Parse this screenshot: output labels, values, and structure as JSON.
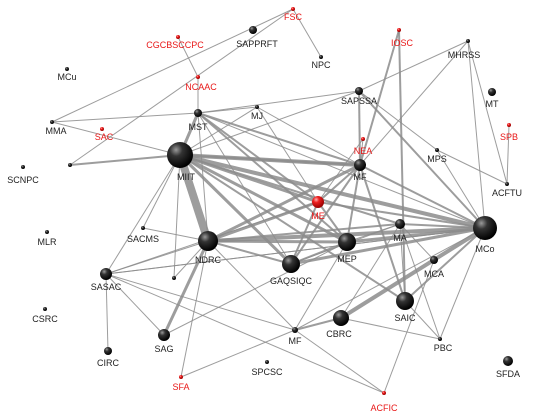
{
  "colors": {
    "node_dark": "#111111",
    "node_red": "#ee1111",
    "label_dark": "#222222",
    "label_red": "#e81818",
    "edge": "#8c8c8c"
  },
  "nodes": [
    {
      "id": "FSC",
      "label": "FSC",
      "color": "red",
      "size": 2
    },
    {
      "id": "CGCBSCCPC",
      "label": "CGCBSCCPC",
      "color": "red",
      "size": 2
    },
    {
      "id": "SAPPRFT",
      "label": "SAPPRFT",
      "color": "dark",
      "size": 4
    },
    {
      "id": "NPC",
      "label": "NPC",
      "color": "dark",
      "size": 2
    },
    {
      "id": "IOSC",
      "label": "IOSC",
      "color": "red",
      "size": 2
    },
    {
      "id": "MHRSS",
      "label": "MHRSS",
      "color": "dark",
      "size": 2
    },
    {
      "id": "MCu",
      "label": "MCu",
      "color": "dark",
      "size": 2
    },
    {
      "id": "NCAAC",
      "label": "NCAAC",
      "color": "red",
      "size": 2
    },
    {
      "id": "MT",
      "label": "MT",
      "color": "dark",
      "size": 4
    },
    {
      "id": "SAPSSA",
      "label": "SAPSSA",
      "color": "dark",
      "size": 4
    },
    {
      "id": "MMA",
      "label": "MMA",
      "color": "dark",
      "size": 2
    },
    {
      "id": "MJ",
      "label": "MJ",
      "color": "dark",
      "size": 2
    },
    {
      "id": "MST",
      "label": "MST",
      "color": "dark",
      "size": 4
    },
    {
      "id": "SAC",
      "label": "SAC",
      "color": "red",
      "size": 2
    },
    {
      "id": "SPB",
      "label": "SPB",
      "color": "red",
      "size": 2
    },
    {
      "id": "NEA",
      "label": "NEA",
      "color": "red",
      "size": 2
    },
    {
      "id": "MPS",
      "label": "MPS",
      "color": "dark",
      "size": 2
    },
    {
      "id": "SCNPC",
      "label": "SCNPC",
      "color": "dark",
      "size": 2
    },
    {
      "id": "MIIT",
      "label": "MIIT",
      "color": "dark",
      "size": 13
    },
    {
      "id": "MF",
      "label": "MF",
      "color": "dark",
      "size": 6
    },
    {
      "id": "ACFTU",
      "label": "ACFTU",
      "color": "dark",
      "size": 2
    },
    {
      "id": "ME",
      "label": "ME",
      "color": "red",
      "size": 6
    },
    {
      "id": "MLR",
      "label": "MLR",
      "color": "dark",
      "size": 2
    },
    {
      "id": "SACMS",
      "label": "SACMS",
      "color": "dark",
      "size": 2
    },
    {
      "id": "MA",
      "label": "MA",
      "color": "dark",
      "size": 5
    },
    {
      "id": "NDRC",
      "label": "NDRC",
      "color": "dark",
      "size": 10
    },
    {
      "id": "MEP",
      "label": "MEP",
      "color": "dark",
      "size": 9
    },
    {
      "id": "MCo",
      "label": "MCo",
      "color": "dark",
      "size": 12
    },
    {
      "id": "GAQSIQC",
      "label": "GAQSIQC",
      "color": "dark",
      "size": 9
    },
    {
      "id": "MCA",
      "label": "MCA",
      "color": "dark",
      "size": 4
    },
    {
      "id": "SASAC",
      "label": "SASAC",
      "color": "dark",
      "size": 6
    },
    {
      "id": "CSRC",
      "label": "CSRC",
      "color": "dark",
      "size": 2
    },
    {
      "id": "SAIC",
      "label": "SAIC",
      "color": "dark",
      "size": 9
    },
    {
      "id": "CBRC",
      "label": "CBRC",
      "color": "dark",
      "size": 8
    },
    {
      "id": "MF2",
      "label": "MF",
      "color": "dark",
      "size": 3
    },
    {
      "id": "SAG",
      "label": "SAG",
      "color": "dark",
      "size": 6
    },
    {
      "id": "CIRC",
      "label": "CIRC",
      "color": "dark",
      "size": 4
    },
    {
      "id": "PBC",
      "label": "PBC",
      "color": "dark",
      "size": 2
    },
    {
      "id": "SFDA",
      "label": "SFDA",
      "color": "dark",
      "size": 5
    },
    {
      "id": "SPCSC",
      "label": "SPCSC",
      "color": "dark",
      "size": 2
    },
    {
      "id": "SFA",
      "label": "SFA",
      "color": "red",
      "size": 2
    },
    {
      "id": "ACFIC",
      "label": "ACFIC",
      "color": "red",
      "size": 2
    },
    {
      "id": "UNL1",
      "label": "",
      "color": "dark",
      "size": 2
    },
    {
      "id": "UNL2",
      "label": "",
      "color": "dark",
      "size": 2
    }
  ],
  "edges": [
    [
      "MIIT",
      "NDRC",
      8
    ],
    [
      "MIIT",
      "MCo",
      4
    ],
    [
      "MIIT",
      "MP",
      4
    ],
    [
      "MIIT",
      "ME",
      3
    ],
    [
      "MIIT",
      "MEP",
      3
    ],
    [
      "MIIT",
      "GAQSIQC",
      3
    ],
    [
      "MIIT",
      "MST",
      3
    ],
    [
      "MIIT",
      "MA",
      2
    ],
    [
      "MIIT",
      "SAIC",
      2
    ],
    [
      "MIIT",
      "MF",
      2
    ],
    [
      "MIIT",
      "MMA",
      1
    ],
    [
      "MIIT",
      "SASAC",
      1
    ],
    [
      "MIIT",
      "SAPSSA",
      1
    ],
    [
      "MIIT",
      "MJ",
      1
    ],
    [
      "MIIT",
      "UNL1",
      2
    ],
    [
      "NDRC",
      "MCo",
      4
    ],
    [
      "NDRC",
      "MEP",
      3
    ],
    [
      "NDRC",
      "MP",
      3
    ],
    [
      "NDRC",
      "ME",
      3
    ],
    [
      "NDRC",
      "SAG",
      3
    ],
    [
      "NDRC",
      "GAQSIQC",
      2
    ],
    [
      "NDRC",
      "MA",
      2
    ],
    [
      "NDRC",
      "SASAC",
      1
    ],
    [
      "NDRC",
      "MF2",
      1
    ],
    [
      "NDRC",
      "SACMS",
      1
    ],
    [
      "NDRC",
      "SFA",
      1
    ],
    [
      "NDRC",
      "MST",
      1
    ],
    [
      "MCo",
      "MEP",
      3
    ],
    [
      "MCo",
      "CBRC",
      4
    ],
    [
      "MCo",
      "GAQSIQC",
      3
    ],
    [
      "MCo",
      "MA",
      2
    ],
    [
      "MCo",
      "ME",
      2
    ],
    [
      "MCo",
      "MP",
      2
    ],
    [
      "MCo",
      "SAPSSA",
      2
    ],
    [
      "MCo",
      "MPS",
      1
    ],
    [
      "MCo",
      "PBC",
      1
    ],
    [
      "MCo",
      "MF2",
      1
    ],
    [
      "MCo",
      "SAIC",
      2
    ],
    [
      "MCo",
      "MST",
      1
    ],
    [
      "MCo",
      "MHRSS",
      1
    ],
    [
      "MCo",
      "SASAC",
      1
    ],
    [
      "MEP",
      "GAQSIQC",
      2
    ],
    [
      "MEP",
      "MP",
      2
    ],
    [
      "MEP",
      "ME",
      2
    ],
    [
      "MEP",
      "MST",
      2
    ],
    [
      "MEP",
      "MA",
      1
    ],
    [
      "GAQSIQC",
      "MP",
      2
    ],
    [
      "GAQSIQC",
      "ME",
      2
    ],
    [
      "GAQSIQC",
      "MST",
      1
    ],
    [
      "GAQSIQC",
      "MA",
      1
    ],
    [
      "ME",
      "MP",
      2
    ],
    [
      "ME",
      "MST",
      2
    ],
    [
      "ME",
      "NEA",
      1
    ],
    [
      "ME",
      "MJ",
      1
    ],
    [
      "MP",
      "SAIC",
      2
    ],
    [
      "MP",
      "IOSC",
      2
    ],
    [
      "MP",
      "MHRSS",
      1
    ],
    [
      "MP",
      "SAPSSA",
      2
    ],
    [
      "MP",
      "MST",
      2
    ],
    [
      "MP",
      "MJ",
      1
    ],
    [
      "MP",
      "NEA",
      1
    ],
    [
      "SAIC",
      "IOSC",
      2
    ],
    [
      "SAIC",
      "MA",
      1
    ],
    [
      "SAIC",
      "PBC",
      1
    ],
    [
      "MA",
      "MCA",
      1
    ],
    [
      "MA",
      "PBC",
      1
    ],
    [
      "MST",
      "MJ",
      1
    ],
    [
      "MST",
      "SAPSSA",
      1
    ],
    [
      "MST",
      "NCAAC",
      1
    ],
    [
      "SAPSSA",
      "MHRSS",
      1
    ],
    [
      "SAPSSA",
      "MPS",
      1
    ],
    [
      "FSC",
      "UNL1",
      1
    ],
    [
      "FSC",
      "NPC",
      1
    ],
    [
      "FSC",
      "MMA",
      1
    ],
    [
      "CGCBSCCPC",
      "NCAAC",
      1
    ],
    [
      "MHRSS",
      "ACFTU",
      1
    ],
    [
      "SPB",
      "ACFTU",
      1
    ],
    [
      "MPS",
      "ACFTU",
      1
    ],
    [
      "SASAC",
      "MF2",
      1
    ],
    [
      "SASAC",
      "CIRC",
      1
    ],
    [
      "SASAC",
      "ME",
      1
    ],
    [
      "SASAC",
      "MCo",
      1
    ],
    [
      "MF2",
      "CBRC",
      2
    ],
    [
      "MF2",
      "MEP",
      1
    ],
    [
      "MF2",
      "ACFIC",
      1
    ],
    [
      "MF2",
      "SFA",
      1
    ],
    [
      "CBRC",
      "PBC",
      1
    ],
    [
      "CBRC",
      "MA",
      1
    ],
    [
      "SAG",
      "SASAC",
      1
    ],
    [
      "SAG",
      "MEP",
      1
    ],
    [
      "ACFIC",
      "MCA",
      1
    ],
    [
      "ACFIC",
      "SASAC",
      1
    ],
    [
      "MST",
      "MMA",
      1
    ],
    [
      "SACMS",
      "MIIT",
      1
    ],
    [
      "UNL2",
      "NDRC",
      1
    ],
    [
      "UNL2",
      "MIIT",
      1
    ]
  ]
}
